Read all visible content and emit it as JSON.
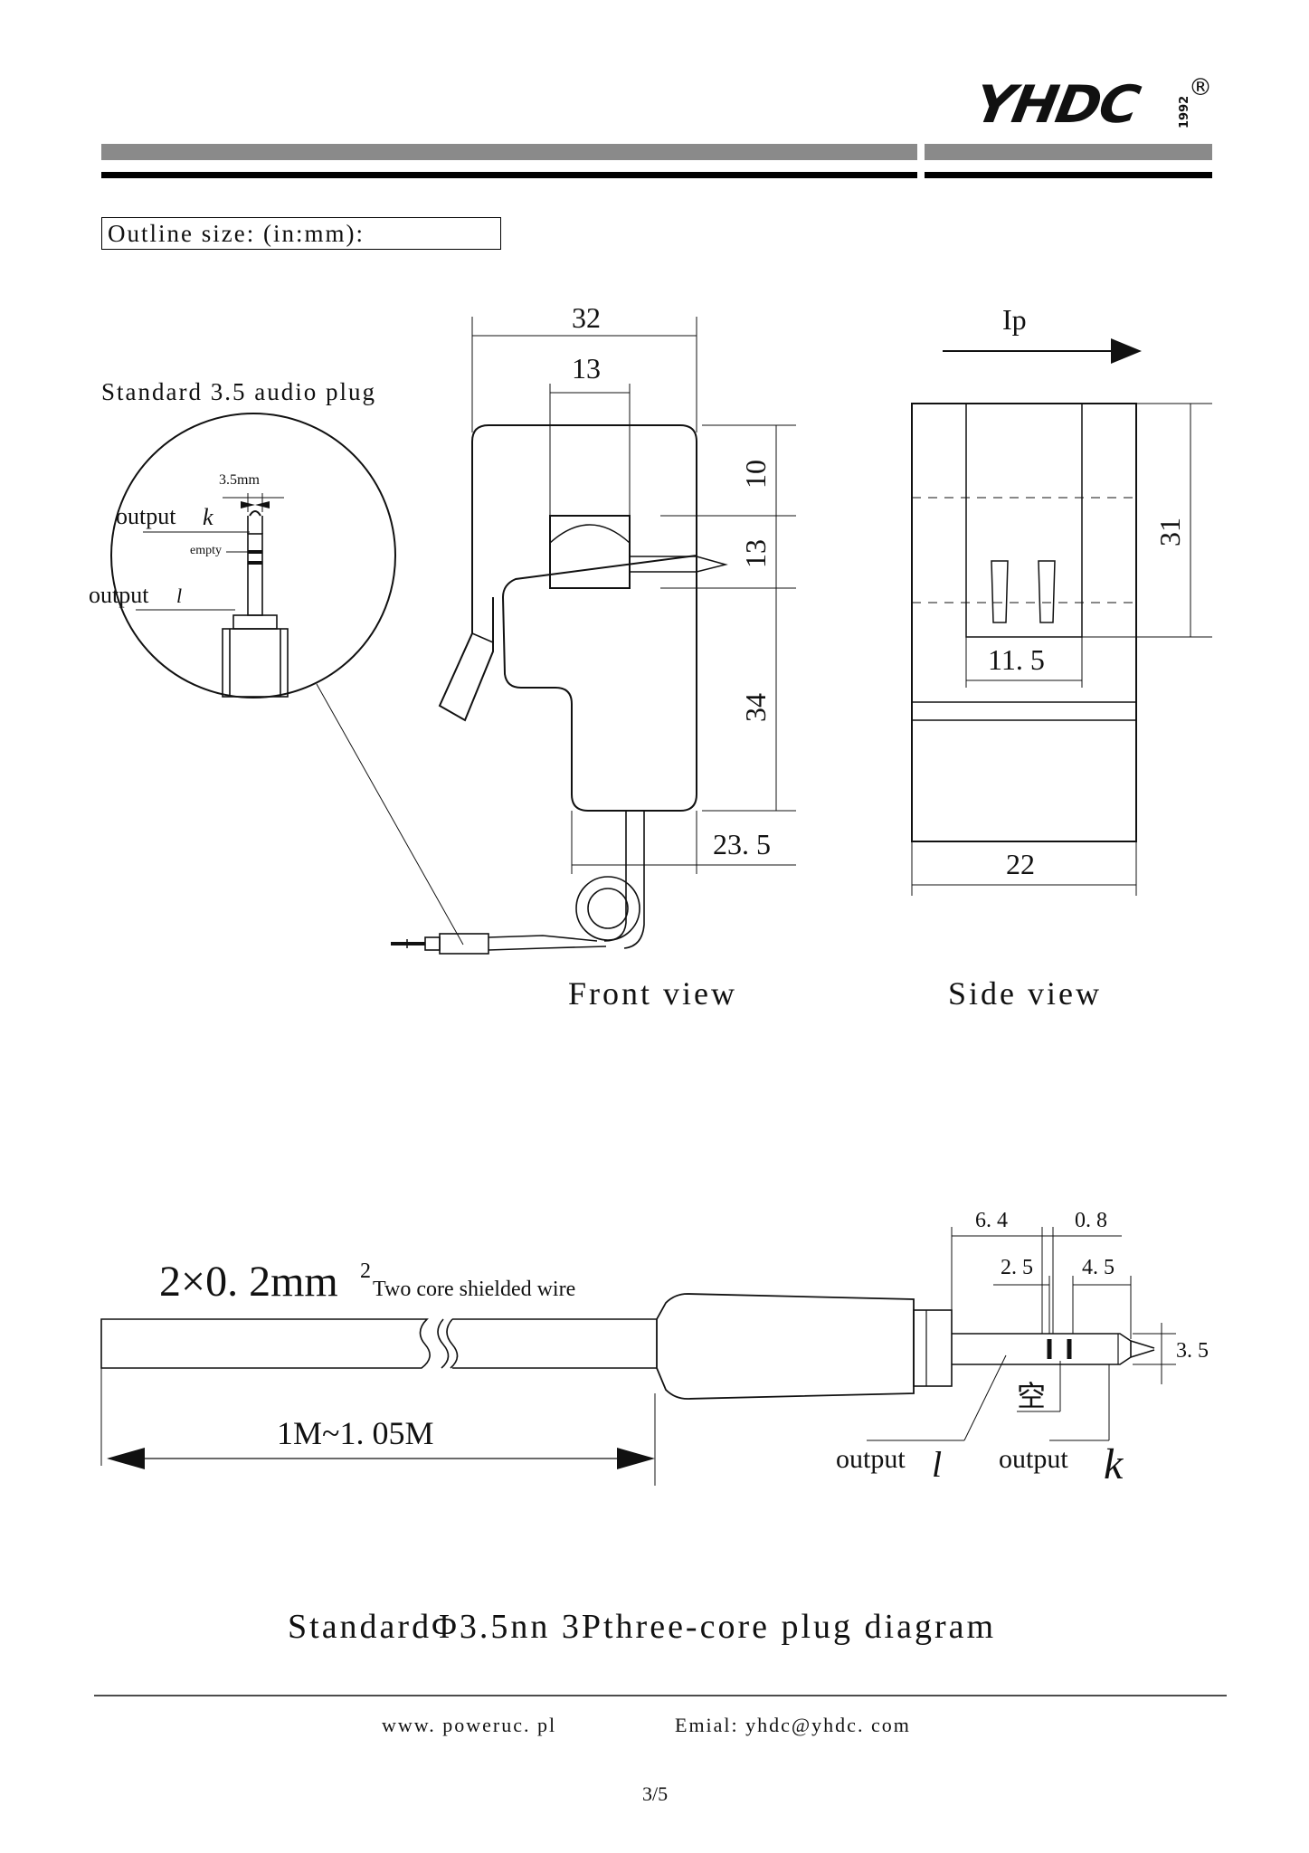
{
  "header": {
    "logo_text": "YHDC",
    "logo_year": "1992",
    "registered_mark": "®"
  },
  "outline_label": "Outline size:  (in:mm):",
  "plug_callout": {
    "title": "Standard 3.5 audio plug",
    "dim_label": "3.5mm",
    "output_k_label": "output",
    "output_k_letter": "k",
    "empty_label": "empty",
    "output_l_label": "output",
    "output_l_letter": "l"
  },
  "front_view": {
    "caption": "Front view",
    "dim_width": "32",
    "dim_inner": "13",
    "dim_top": "10",
    "dim_window": "13",
    "dim_body": "34",
    "dim_offset": "23. 5"
  },
  "side_view": {
    "caption": "Side view",
    "current_label": "Ip",
    "dim_height": "31",
    "dim_inner": "11. 5",
    "dim_width": "22"
  },
  "cable_diagram": {
    "wire_spec_main": "2×0. 2mm",
    "wire_spec_sup": "2",
    "wire_spec_desc": "Two core shielded wire",
    "length_label": "1M~1. 05M",
    "dim_a": "6. 4",
    "dim_b": "0. 8",
    "dim_c": "2. 5",
    "dim_d": "4. 5",
    "dim_e": "3. 5",
    "empty_char": "空",
    "output_l_label": "output",
    "output_l_letter": "l",
    "output_k_label": "output",
    "output_k_letter": "k",
    "title": "StandardΦ3.5nn 3Pthree-core plug diagram"
  },
  "footer": {
    "website": "www. poweruc. pl",
    "email": "Emial: yhdc@yhdc. com",
    "page": "3/5"
  }
}
